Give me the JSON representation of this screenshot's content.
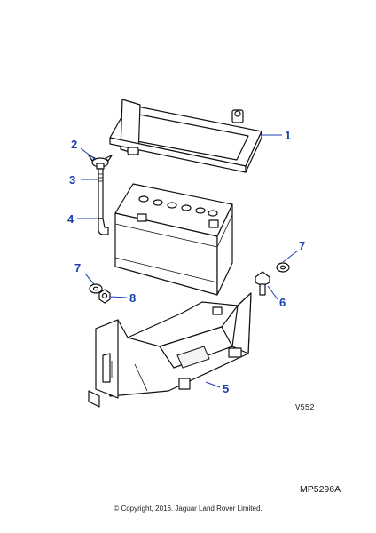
{
  "callouts": [
    {
      "number": "1",
      "part": "battery-clamp-frame"
    },
    {
      "number": "2",
      "part": "wing-nut"
    },
    {
      "number": "3",
      "part": "clamp-rod"
    },
    {
      "number": "4",
      "part": "j-hook"
    },
    {
      "number": "5",
      "part": "battery-tray"
    },
    {
      "number": "6",
      "part": "bolt"
    },
    {
      "number": "7",
      "part": "washer"
    },
    {
      "number": "7",
      "part": "washer"
    },
    {
      "number": "8",
      "part": "nut"
    }
  ],
  "reference_code": "V552",
  "diagram_number": "MP5296A",
  "copyright": "© Copyright, 2016. Jaguar Land Rover Limited."
}
